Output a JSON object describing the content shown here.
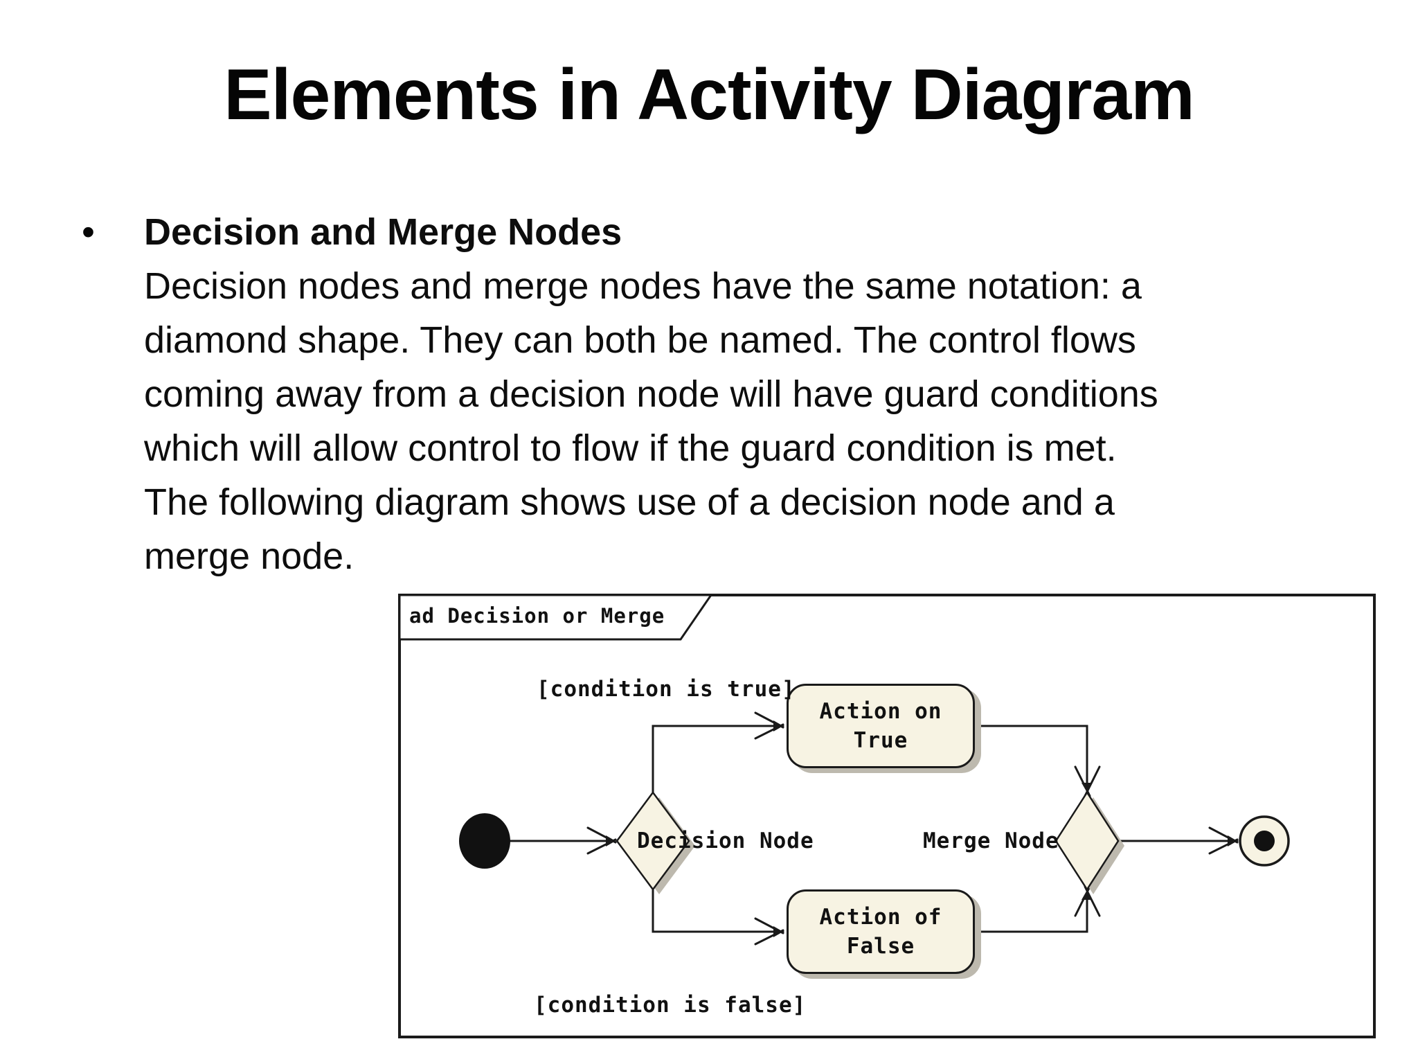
{
  "slide": {
    "title": "Elements in Activity Diagram",
    "bullet": {
      "glyph": "•",
      "heading": "Decision and Merge Nodes",
      "body_lines": [
        "Decision nodes and merge nodes have the same notation: a",
        "diamond shape. They can both be named. The control flows",
        "coming away from a decision node will have guard conditions",
        "which will allow control to flow if the guard condition is met.",
        "The following diagram shows use of a decision node and a",
        "merge node."
      ]
    }
  },
  "diagram": {
    "frame_label": "ad Decision or Merge",
    "nodes": {
      "start": {
        "type": "initial-node"
      },
      "decision": {
        "label": "Decision Node"
      },
      "action_true": {
        "label": "Action on True"
      },
      "action_false": {
        "label": "Action of False"
      },
      "merge": {
        "label": "Merge Node"
      },
      "final": {
        "type": "activity-final-node"
      }
    },
    "edges": {
      "true_guard": "[condition is true]",
      "false_guard": "[condition is false]"
    },
    "colors": {
      "node_fill": "#f7f3e3",
      "shadow": "#bdb9ae",
      "line": "#1a1a1a",
      "background": "#ffffff"
    }
  }
}
